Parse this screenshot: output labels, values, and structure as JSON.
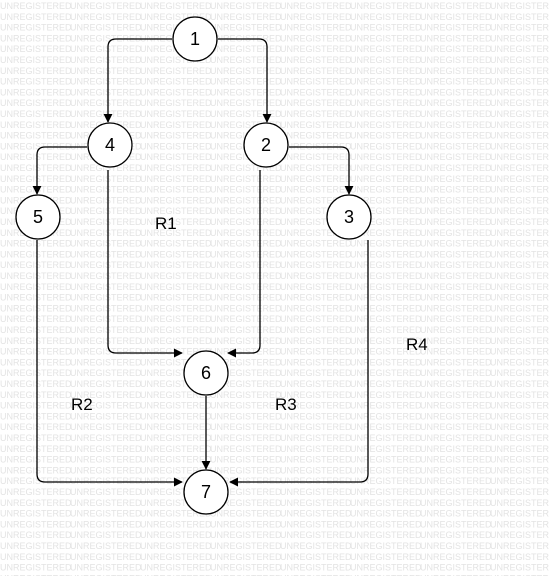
{
  "watermark": {
    "text": "UNREGISTERED",
    "color": "#e3e3e3"
  },
  "nodes": [
    {
      "id": "1",
      "label": "1"
    },
    {
      "id": "2",
      "label": "2"
    },
    {
      "id": "3",
      "label": "3"
    },
    {
      "id": "4",
      "label": "4"
    },
    {
      "id": "5",
      "label": "5"
    },
    {
      "id": "6",
      "label": "6"
    },
    {
      "id": "7",
      "label": "7"
    }
  ],
  "edges": [
    {
      "from": "1",
      "to": "4"
    },
    {
      "from": "1",
      "to": "2"
    },
    {
      "from": "4",
      "to": "5"
    },
    {
      "from": "4",
      "to": "6"
    },
    {
      "from": "2",
      "to": "3"
    },
    {
      "from": "2",
      "to": "6"
    },
    {
      "from": "5",
      "to": "7"
    },
    {
      "from": "6",
      "to": "7"
    },
    {
      "from": "3",
      "to": "7"
    }
  ],
  "regions": [
    {
      "id": "R1",
      "label": "R1"
    },
    {
      "id": "R2",
      "label": "R2"
    },
    {
      "id": "R3",
      "label": "R3"
    },
    {
      "id": "R4",
      "label": "R4"
    }
  ]
}
